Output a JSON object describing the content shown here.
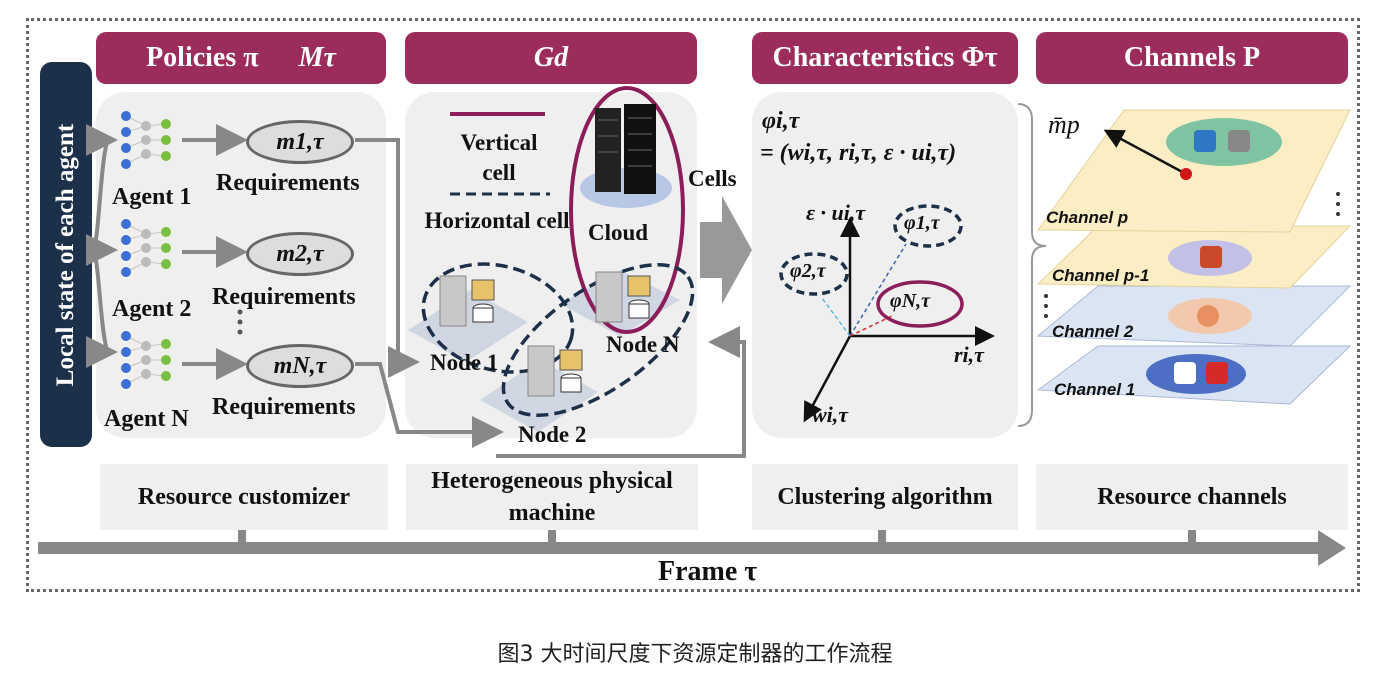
{
  "sidebar": {
    "label": "Local state of each agent"
  },
  "headers": {
    "policies": "Policies π",
    "policies_math": "Mτ",
    "graph": "Gd",
    "characteristics": "Characteristics Φτ",
    "channels": "Channels P"
  },
  "agents": [
    {
      "label": "Agent 1",
      "req_symbol": "m1,τ",
      "req_label": "Requirements"
    },
    {
      "label": "Agent 2",
      "req_symbol": "m2,τ",
      "req_label": "Requirements"
    },
    {
      "label": "Agent N",
      "req_symbol": "mN,τ",
      "req_label": "Requirements"
    }
  ],
  "machine": {
    "legend_vertical": "Vertical cell",
    "legend_horizontal": "Horizontal cell",
    "cloud": "Cloud",
    "node1": "Node 1",
    "node2": "Node 2",
    "nodeN": "Node N"
  },
  "cells_label": "Cells",
  "characteristics": {
    "phi_def_lhs": "φi,τ",
    "phi_def_rhs": "= (wi,τ, ri,τ, ε · ui,τ)",
    "axis_u": "ε · ui,τ",
    "axis_r": "ri,τ",
    "axis_w": "wi,τ",
    "phi1": "φ1,τ",
    "phi2": "φ2,τ",
    "phiN": "φN,τ"
  },
  "channels": {
    "m_bar": "m̄p",
    "items": [
      "Channel p",
      "Channel p-1",
      "Channel 2",
      "Channel 1"
    ]
  },
  "footers": [
    "Resource customizer",
    "Heterogeneous physical machine",
    "Clustering algorithm",
    "Resource channels"
  ],
  "timeline": {
    "label": "Frame τ"
  },
  "caption": "图3 大时间尺度下资源定制器的工作流程",
  "colors": {
    "header": "#9b2c5c",
    "sidebar": "#1c3149",
    "panel": "#efefef",
    "cluster": "#1c3149",
    "cloud_ring": "#8b1e5a"
  }
}
